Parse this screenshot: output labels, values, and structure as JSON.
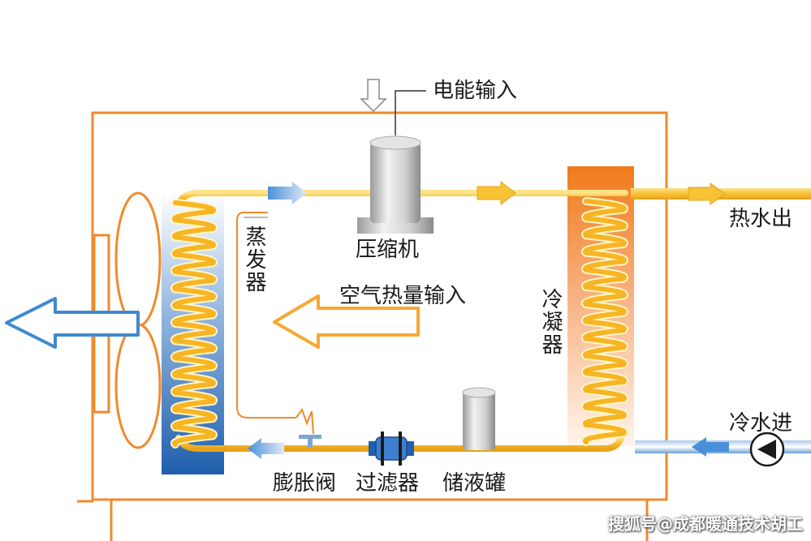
{
  "diagram": {
    "labels": {
      "electric_input": "电能输入",
      "compressor": "压缩机",
      "evaporator": "蒸发器",
      "air_heat_input": "空气热量输入",
      "condenser": "冷凝器",
      "hot_water_out": "热水出",
      "cold_water_in": "冷水进",
      "expansion_valve": "膨胀阀",
      "filter": "过滤器",
      "receiver_tank": "储液罐"
    },
    "watermark": "搜狐号@成都暖通技术胡工",
    "colors": {
      "frame": "#f08a2c",
      "refrigerant_pipe": "#f7c233",
      "cold_water_pipe": "#6aa0d8",
      "evaporator_blue": "#1f5fad",
      "condenser_orange": "#f07a1a",
      "cold_arrow": "#4a90d9"
    }
  }
}
